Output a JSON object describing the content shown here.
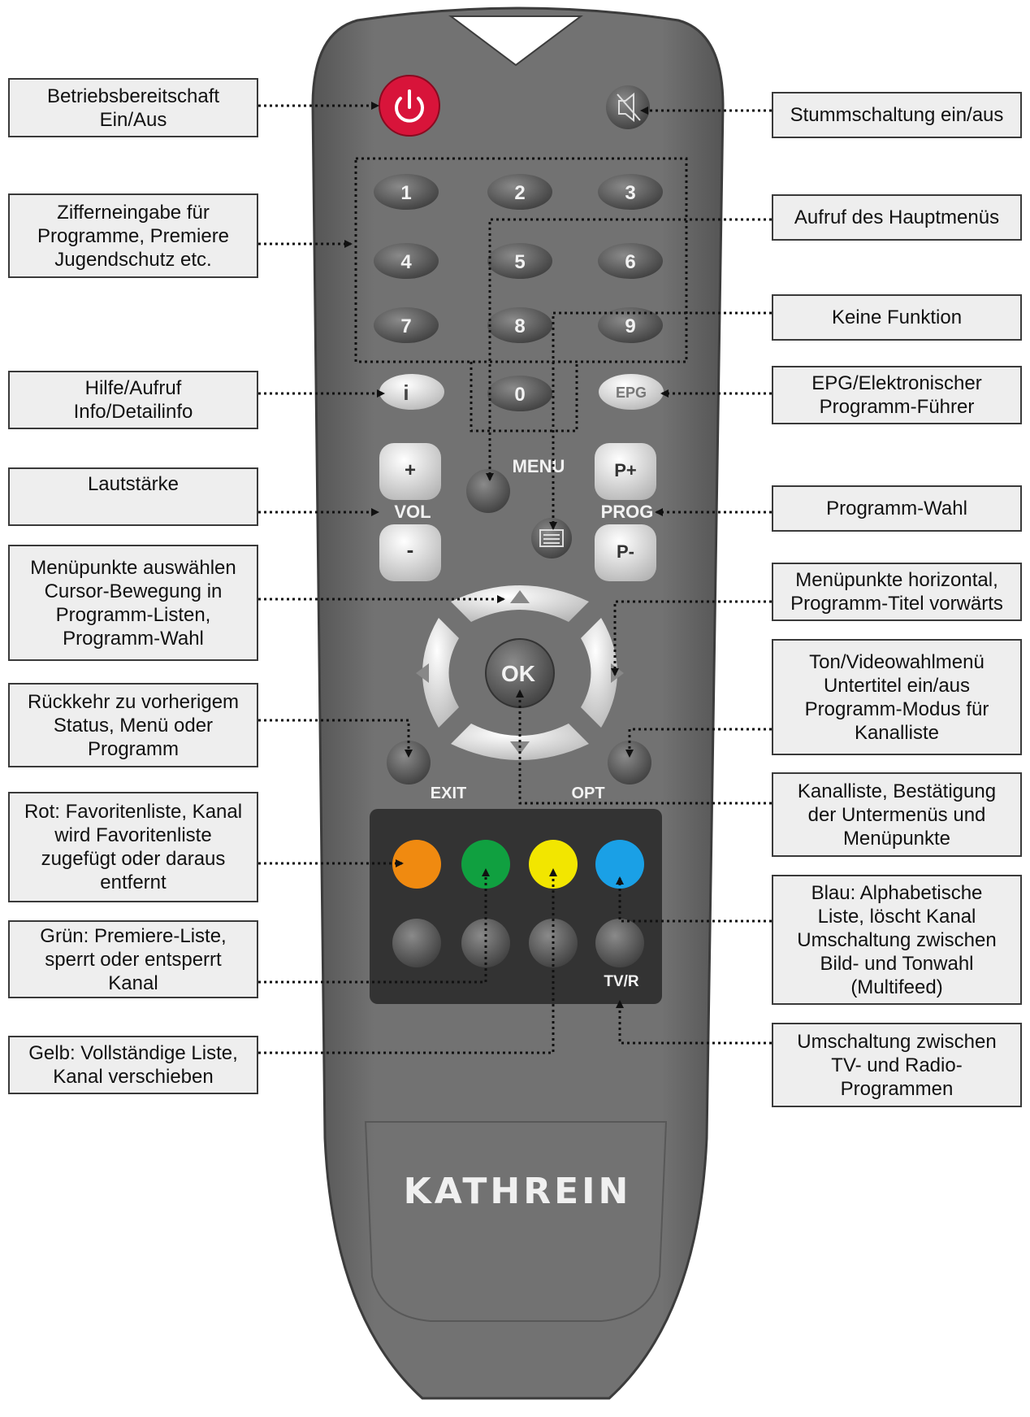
{
  "brand": "KATHREIN",
  "buttons": {
    "digits": [
      "1",
      "2",
      "3",
      "4",
      "5",
      "6",
      "7",
      "8",
      "9",
      "0"
    ],
    "vol_plus": "+",
    "vol_minus": "-",
    "vol_label": "VOL",
    "menu_label": "MENU",
    "prog_plus": "P+",
    "prog_minus": "P-",
    "prog_label": "PROG",
    "ok_label": "OK",
    "exit_label": "EXIT",
    "opt_label": "OPT",
    "epg_label": "EPG",
    "info_label": "i",
    "tvr_label": "TV/R"
  },
  "colors": {
    "body": "#6b6b6b",
    "body_edge": "#4a4a4a",
    "power": "#d8143a",
    "red_key": "#f08a10",
    "green_key": "#10a040",
    "yellow_key": "#f2e600",
    "blue_key": "#1aa0e6",
    "callout_bg": "#eeeeee"
  },
  "callouts_left": {
    "power": "Betriebsbereitschaft\nEin/Aus",
    "digits": "Zifferneingabe für\nProgramme, Premiere\nJugendschutz etc.",
    "info": "Hilfe/Aufruf\nInfo/Detailinfo",
    "volume": "Lautstärke",
    "cursor": "Menüpunkte auswählen\nCursor-Bewegung in\nProgramm-Listen,\nProgramm-Wahl",
    "exit": "Rückkehr zu vorherigem\nStatus, Menü oder\nProgramm",
    "red": "Rot: Favoritenliste, Kanal\nwird Favoritenliste\nzugefügt oder daraus\nentfernt",
    "green": "Grün: Premiere-Liste,\nsperrt oder entsperrt\nKanal",
    "yellow": "Gelb: Vollständige Liste,\nKanal verschieben"
  },
  "callouts_right": {
    "mute": "Stummschaltung ein/aus",
    "menu": "Aufruf des Hauptmenüs",
    "nofunc": "Keine Funktion",
    "epg": "EPG/Elektronischer\nProgramm-Führer",
    "prog": "Programm-Wahl",
    "horizontal": "Menüpunkte horizontal,\nProgramm-Titel vorwärts",
    "opt": "Ton/Videowahlmenü\nUntertitel ein/aus\nProgramm-Modus für\nKanalliste",
    "ok": "Kanalliste, Bestätigung\nder Untermenüs und\nMenüpunkte",
    "blue": "Blau: Alphabetische\nListe, löscht Kanal\nUmschaltung zwischen\nBild- und Tonwahl\n(Multifeed)",
    "tvr": "Umschaltung zwischen\nTV- und Radio-\nProgrammen"
  }
}
